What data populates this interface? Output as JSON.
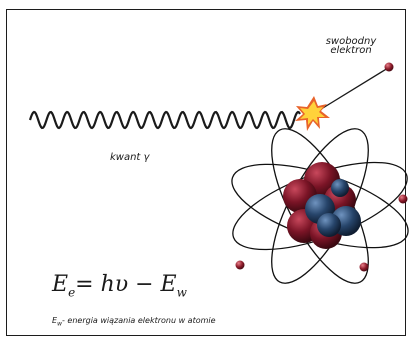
{
  "labels": {
    "free_electron_line1": "swobodny",
    "free_electron_line2": "elektron",
    "quantum": "kwant  γ"
  },
  "formula": {
    "lhs_symbol": "E",
    "lhs_sub": "e",
    "rhs": "= hυ − E",
    "rhs_sub": "w"
  },
  "legend": {
    "symbol": "E",
    "sub": "w",
    "text": "- energia wiązania elektronu w atomie"
  },
  "colors": {
    "wave": "#1a1a1a",
    "orbit": "#111111",
    "proton": "#7a1426",
    "neutron": "#27456b",
    "electron": "#8c1b2a",
    "flash": "#ffd23a",
    "flash_edge": "#e8632a"
  }
}
